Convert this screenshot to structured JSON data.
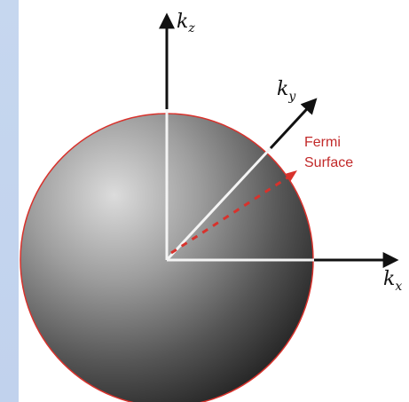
{
  "figure": {
    "axes": {
      "kz": {
        "label_base": "k",
        "label_sub": "z"
      },
      "ky": {
        "label_base": "k",
        "label_sub": "y"
      },
      "kx": {
        "label_base": "k",
        "label_sub": "x"
      }
    },
    "fermi_label": {
      "line1": "Fermi",
      "line2": "Surface"
    },
    "colors": {
      "sphere_edge": "#d8322c",
      "sphere_highlight": "#d9d9d9",
      "sphere_shadow": "#1f1f1f",
      "radius_dash": "#d8322c",
      "white_lines": "#f4f4f4",
      "axis": "#111111"
    }
  }
}
